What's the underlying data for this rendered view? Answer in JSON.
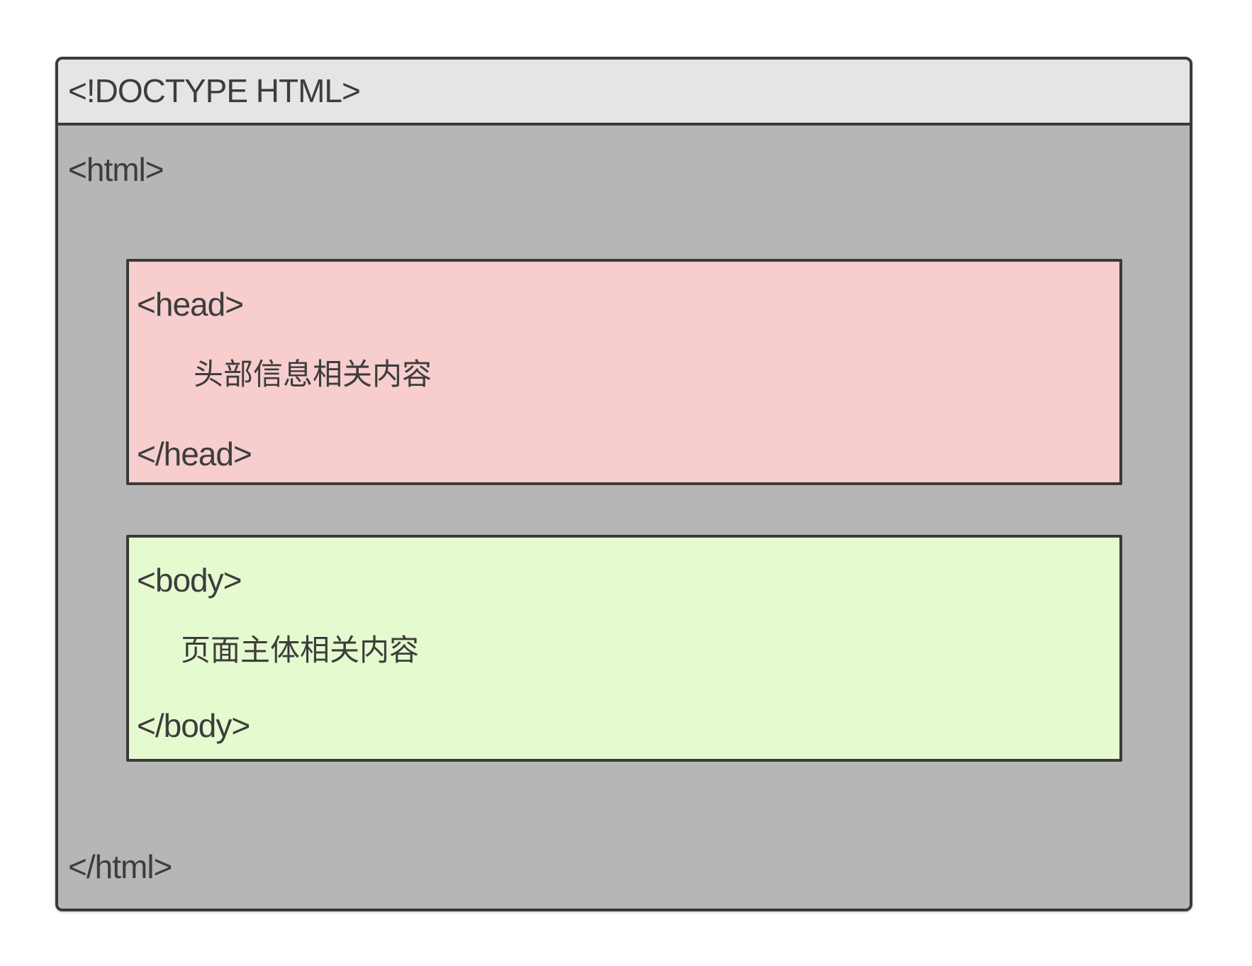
{
  "diagram": {
    "doctype_label": "<!DOCTYPE HTML>",
    "html_open_tag": "<html>",
    "html_close_tag": "</html>",
    "head_box": {
      "open_tag": "<head>",
      "content": "头部信息相关内容",
      "close_tag": "</head>"
    },
    "body_box": {
      "open_tag": "<body>",
      "content": "页面主体相关内容",
      "close_tag": "</body>"
    },
    "colors": {
      "doctype_bar_bg": "#e5e5e5",
      "html_area_bg": "#b6b6b6",
      "head_box_bg": "#f7cdcd",
      "body_box_bg": "#e6fad0",
      "border": "#3a3a3a",
      "text": "#3d3d3d"
    }
  }
}
